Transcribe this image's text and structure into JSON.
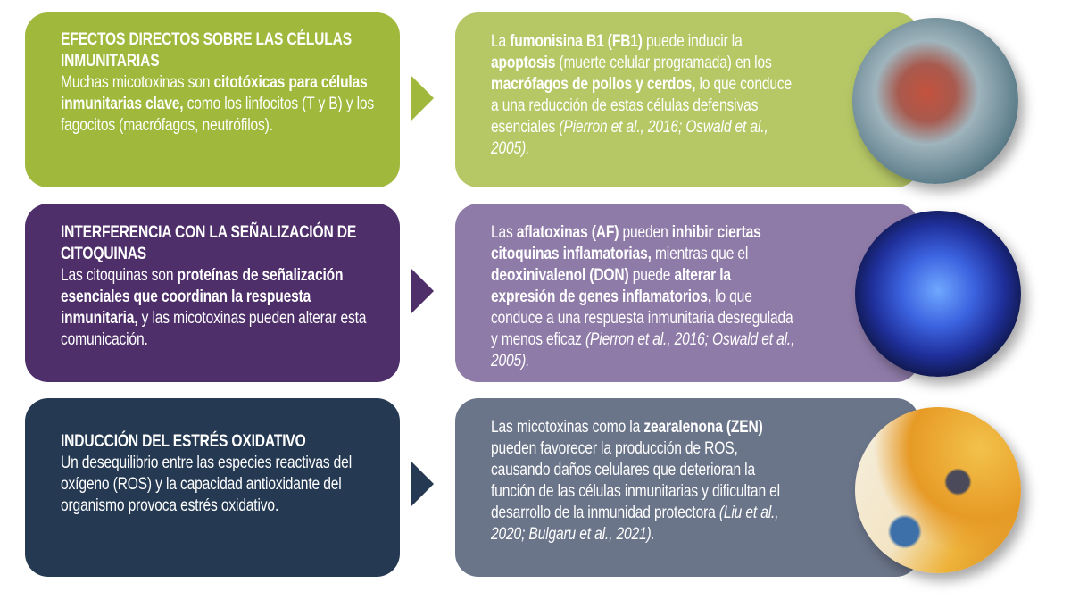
{
  "colors": {
    "green": "#a0b83b",
    "light_green": "#b6c766",
    "purple": "#4e2f6a",
    "lavender": "#8f7ba8",
    "navy": "#253a52",
    "slate": "#6b758a"
  },
  "rows": [
    {
      "left": {
        "title": "EFECTOS DIRECTOS SOBRE LAS CÉLULAS INMUNITARIAS",
        "body": [
          {
            "t": "Muchas micotoxinas son "
          },
          {
            "t": "citotóxicas para células inmunitarias clave,",
            "b": true
          },
          {
            "t": " como los linfocitos (T y B) y los fagocitos (macrófagos, neutrófilos)."
          }
        ]
      },
      "right": {
        "body": [
          {
            "t": "La "
          },
          {
            "t": "fumonisina B1 (FB1)",
            "b": true
          },
          {
            "t": " puede inducir la "
          },
          {
            "t": "apoptosis",
            "b": true
          },
          {
            "t": " (muerte celular programada) en los "
          },
          {
            "t": "macrófagos de pollos y cerdos,",
            "b": true
          },
          {
            "t": " lo que conduce a una reducción de estas células defensivas esenciales "
          },
          {
            "t": "(Pierron et al., 2016; Oswald et al., 2005).",
            "i": true
          }
        ]
      },
      "image": "macrophage-cell-image"
    },
    {
      "left": {
        "title": "INTERFERENCIA CON LA SEÑALIZACIÓN DE CITOQUINAS",
        "body": [
          {
            "t": "Las citoquinas son "
          },
          {
            "t": "proteínas de señalización esenciales que coordinan la respuesta inmunitaria,",
            "b": true
          },
          {
            "t": " y las micotoxinas pueden alterar esta comunicación."
          }
        ]
      },
      "right": {
        "body": [
          {
            "t": "Las "
          },
          {
            "t": "aflatoxinas (AF)",
            "b": true
          },
          {
            "t": " pueden "
          },
          {
            "t": "inhibir ciertas citoquinas inflamatorias,",
            "b": true
          },
          {
            "t": " mientras que el "
          },
          {
            "t": "deoxinivalenol (DON)",
            "b": true
          },
          {
            "t": " puede "
          },
          {
            "t": "alterar la expresión de genes inflamatorios,",
            "b": true
          },
          {
            "t": " lo que conduce a una respuesta inmunitaria desregulada y menos eficaz "
          },
          {
            "t": "(Pierron et al., 2016; Oswald et al., 2005).",
            "i": true
          }
        ]
      },
      "image": "blue-cell-image"
    },
    {
      "left": {
        "title": "INDUCCIÓN DEL ESTRÉS OXIDATIVO",
        "body": [
          {
            "t": "Un desequilibrio entre las especies reactivas del oxígeno (ROS) y la capacidad antioxidante del organismo provoca estrés oxidativo."
          }
        ]
      },
      "right": {
        "body": [
          {
            "t": "Las micotoxinas como la "
          },
          {
            "t": "zearalenona (ZEN)",
            "b": true
          },
          {
            "t": " pueden favorecer la producción de ROS, causando daños celulares que deterioran la función de las células inmunitarias y dificultan el desarrollo de la inmunidad protectora "
          },
          {
            "t": "(Liu et al., 2020; Bulgaru et al., 2021).",
            "i": true
          }
        ]
      },
      "image": "oxidative-cells-image"
    }
  ]
}
